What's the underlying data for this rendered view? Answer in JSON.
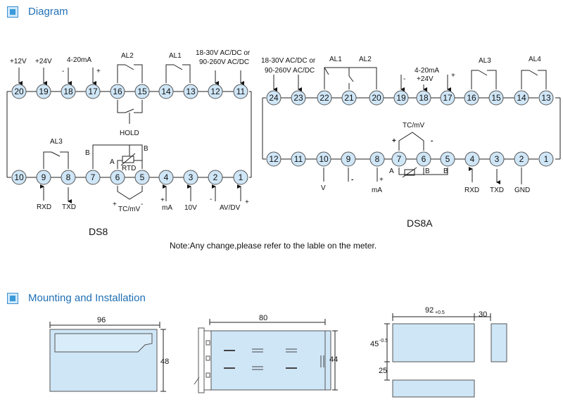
{
  "sections": {
    "diagram_title": "Diagram",
    "mounting_title": "Mounting and Installation"
  },
  "note": "Note:Any change,please refer to the lable on the meter.",
  "colors": {
    "accent": "#1f6fb5",
    "terminal_fill": "#cfe6f7",
    "terminal_stroke": "#555555",
    "meter_fill": "#cfe6f7"
  },
  "ds8": {
    "name": "DS8",
    "top_terminals": [
      "20",
      "19",
      "18",
      "17",
      "16",
      "15",
      "14",
      "13",
      "12",
      "11"
    ],
    "bottom_terminals": [
      "10",
      "9",
      "8",
      "7",
      "6",
      "5",
      "4",
      "3",
      "2",
      "1"
    ],
    "top_labels": {
      "plus12v": "+12V",
      "plus24v": "+24V",
      "ma_range": "4-20mA",
      "minus": "-",
      "plus": "+",
      "al2": "AL2",
      "al1": "AL1",
      "power_line1": "18-30V AC/DC or",
      "power_line2": "90-260V AC/DC",
      "hold": "HOLD"
    },
    "bottom_labels": {
      "al3": "AL3",
      "rxd": "RXD",
      "txd": "TXD",
      "b_left": "B",
      "b_right": "B",
      "a": "A",
      "rtd": "RTD",
      "tc_plus": "+",
      "tc": "TC/mV",
      "tc_minus": "-",
      "ma": "mA",
      "ma_plus": "+",
      "v10": "10V",
      "av_minus": "-",
      "av_dv": "AV/DV",
      "av_plus": "+"
    }
  },
  "ds8a": {
    "name": "DS8A",
    "top_terminals": [
      "24",
      "23",
      "22",
      "21",
      "20",
      "19",
      "18",
      "17",
      "16",
      "15",
      "14",
      "13"
    ],
    "bottom_terminals": [
      "12",
      "11",
      "10",
      "9",
      "8",
      "7",
      "6",
      "5",
      "4",
      "3",
      "2",
      "1"
    ],
    "top_labels": {
      "power_line1": "18-30V AC/DC or",
      "power_line2": "90-260V AC/DC",
      "al1": "AL1",
      "al2": "AL2",
      "minus": "-",
      "ma_range": "4-20mA",
      "plus24v": "+24V",
      "plus": "+",
      "al3": "AL3",
      "al4": "AL4"
    },
    "bottom_labels": {
      "tc": "TC/mV",
      "tc_plus": "+",
      "tc_minus": "-",
      "v": "V",
      "v_minus": "-",
      "ma": "mA",
      "ma_plus": "+",
      "a": "A",
      "b1": "B",
      "b2": "B",
      "rxd": "RXD",
      "txd": "TXD",
      "gnd": "GND"
    }
  },
  "mounting": {
    "front_width": "96",
    "front_height": "48",
    "side_depth": "80",
    "side_height": "44",
    "cutout_width": "92",
    "cutout_width_tol": "+0.5",
    "spacing_h": "30",
    "cutout_height": "45",
    "cutout_height_tol": "-0.5",
    "spacing_v": "25"
  }
}
